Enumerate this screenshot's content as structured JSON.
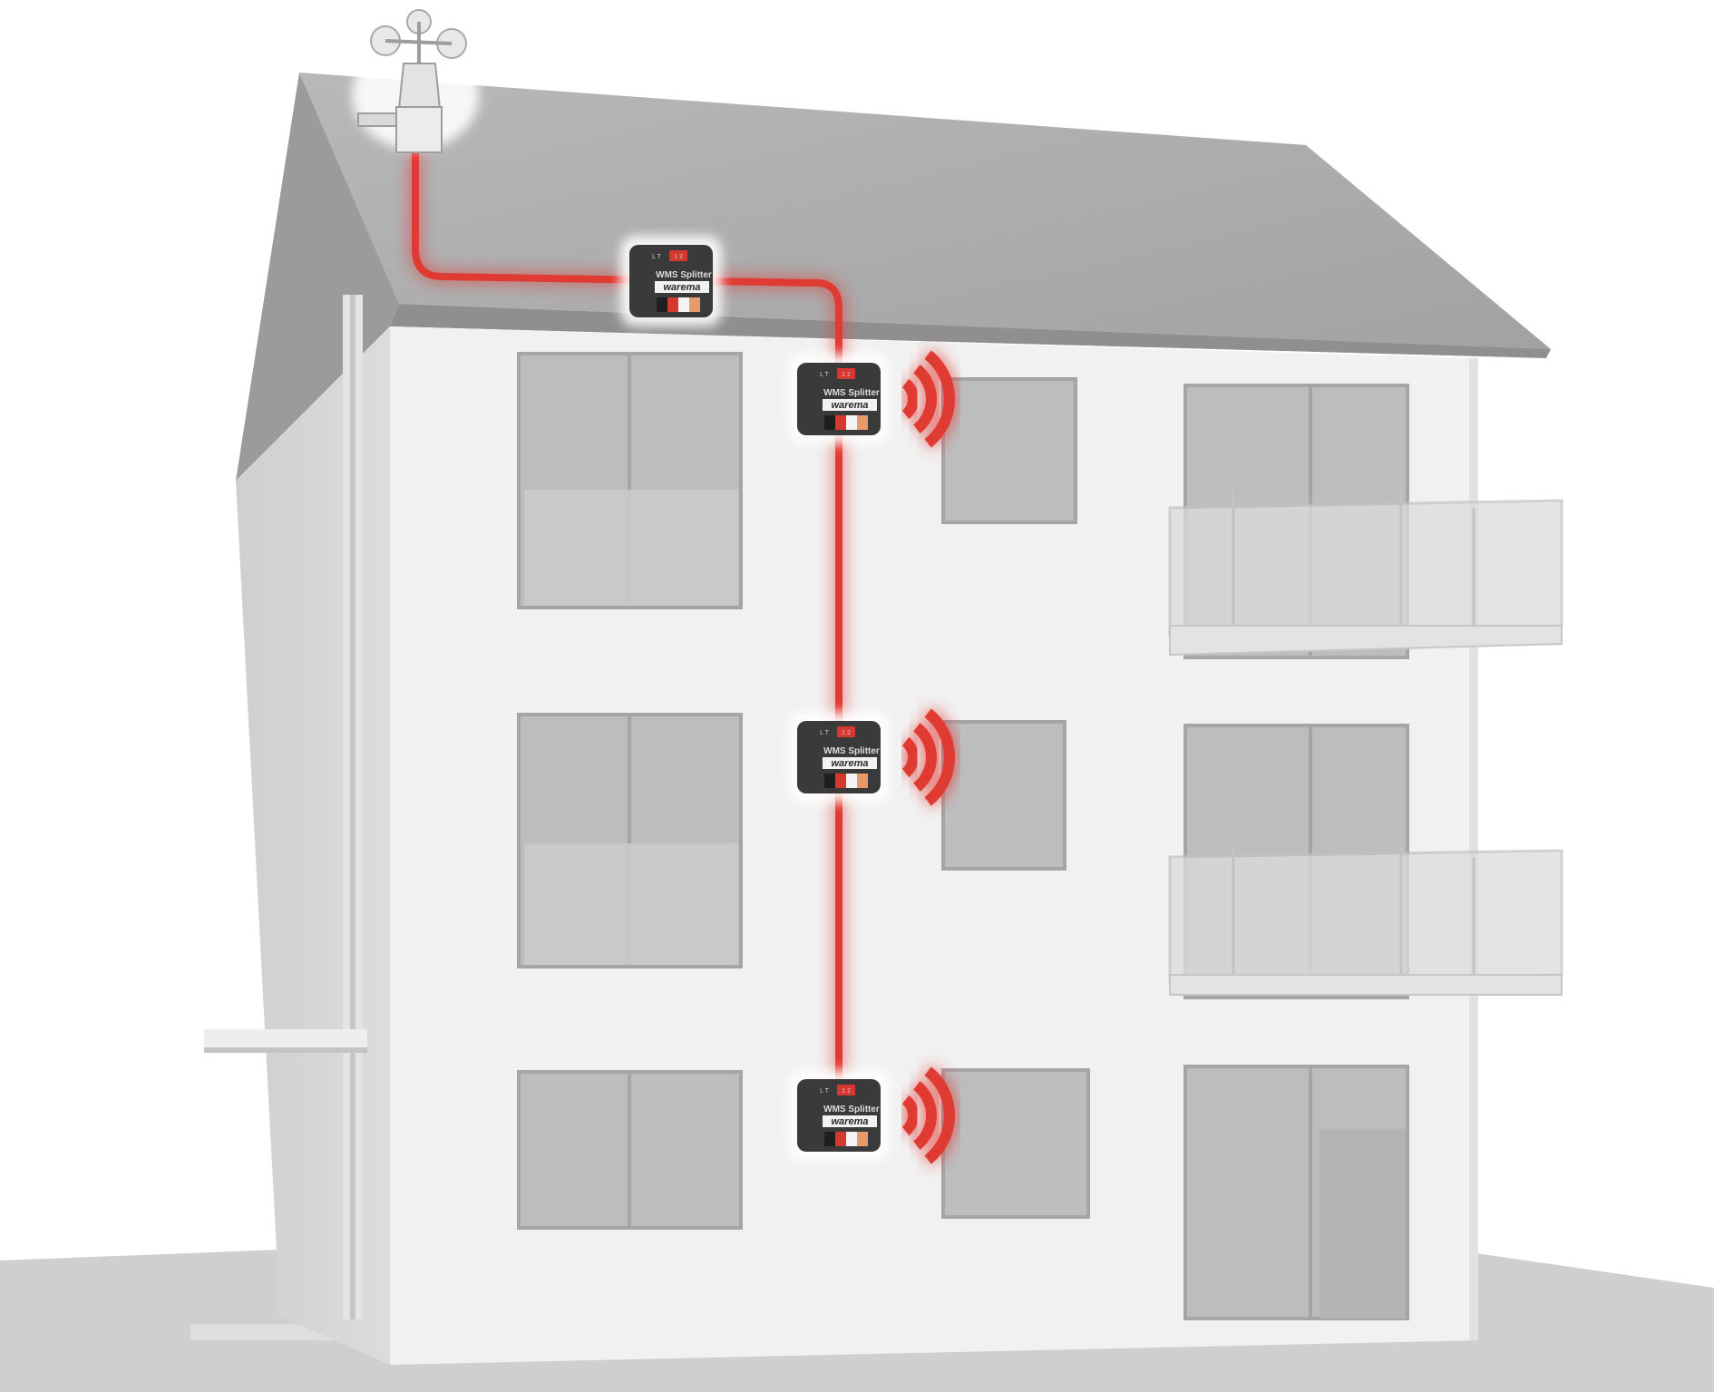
{
  "colors": {
    "cable": "#e03a32",
    "signal": "#e03a32",
    "device_body": "#3a3a3a",
    "facade": "#f1f1f2",
    "roof": "#a9a9ab",
    "window": "#bdbdbf"
  },
  "sensor": {
    "icon": "anemometer-icon"
  },
  "splitters": [
    {
      "name": "WMS Splitter",
      "brand": "warema",
      "dip_label": "1 2",
      "terminal_labels": "L  T"
    },
    {
      "name": "WMS Splitter",
      "brand": "warema",
      "dip_label": "1 2",
      "terminal_labels": "L  T"
    },
    {
      "name": "WMS Splitter",
      "brand": "warema",
      "dip_label": "1 2",
      "terminal_labels": "L  T"
    },
    {
      "name": "WMS Splitter",
      "brand": "warema",
      "dip_label": "1 2",
      "terminal_labels": "L  T"
    }
  ],
  "signals": [
    {
      "icon": "radio-signal-icon"
    },
    {
      "icon": "radio-signal-icon"
    },
    {
      "icon": "radio-signal-icon"
    }
  ]
}
